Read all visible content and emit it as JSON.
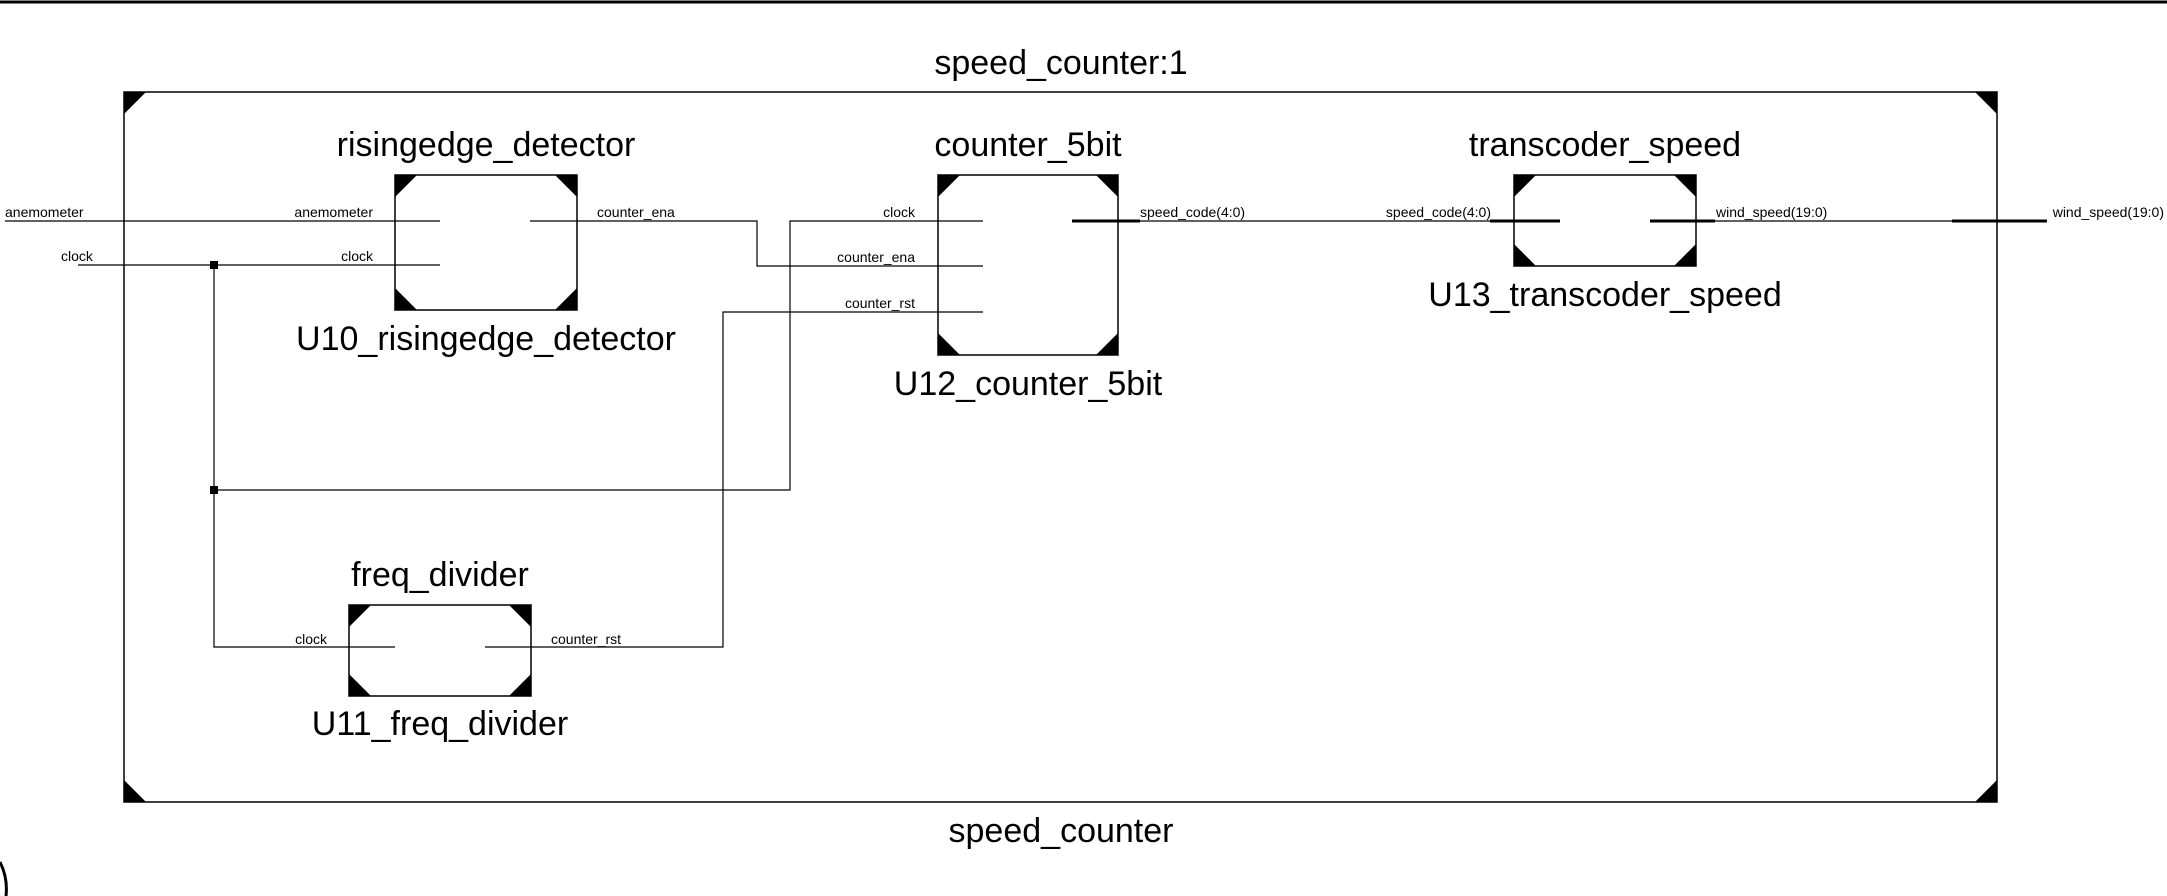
{
  "diagram": {
    "top_title": "speed_counter:1",
    "bottom_title": "speed_counter",
    "blocks": {
      "risingedge": {
        "type": "risingedge_detector",
        "instance": "U10_risingedge_detector",
        "pins": {
          "in1": "anemometer",
          "in2": "clock",
          "out1": "counter_ena"
        }
      },
      "counter": {
        "type": "counter_5bit",
        "instance": "U12_counter_5bit",
        "pins": {
          "in1": "clock",
          "in2": "counter_ena",
          "in3": "counter_rst",
          "out1": "speed_code(4:0)"
        }
      },
      "transcoder": {
        "type": "transcoder_speed",
        "instance": "U13_transcoder_speed",
        "pins": {
          "in1": "speed_code(4:0)",
          "out1": "wind_speed(19:0)"
        }
      },
      "freqdiv": {
        "type": "freq_divider",
        "instance": "U11_freq_divider",
        "pins": {
          "in1": "clock",
          "out1": "counter_rst"
        }
      }
    },
    "ports": {
      "in_anemometer": "anemometer",
      "in_clock": "clock",
      "out_wind_speed": "wind_speed(19:0)"
    }
  }
}
